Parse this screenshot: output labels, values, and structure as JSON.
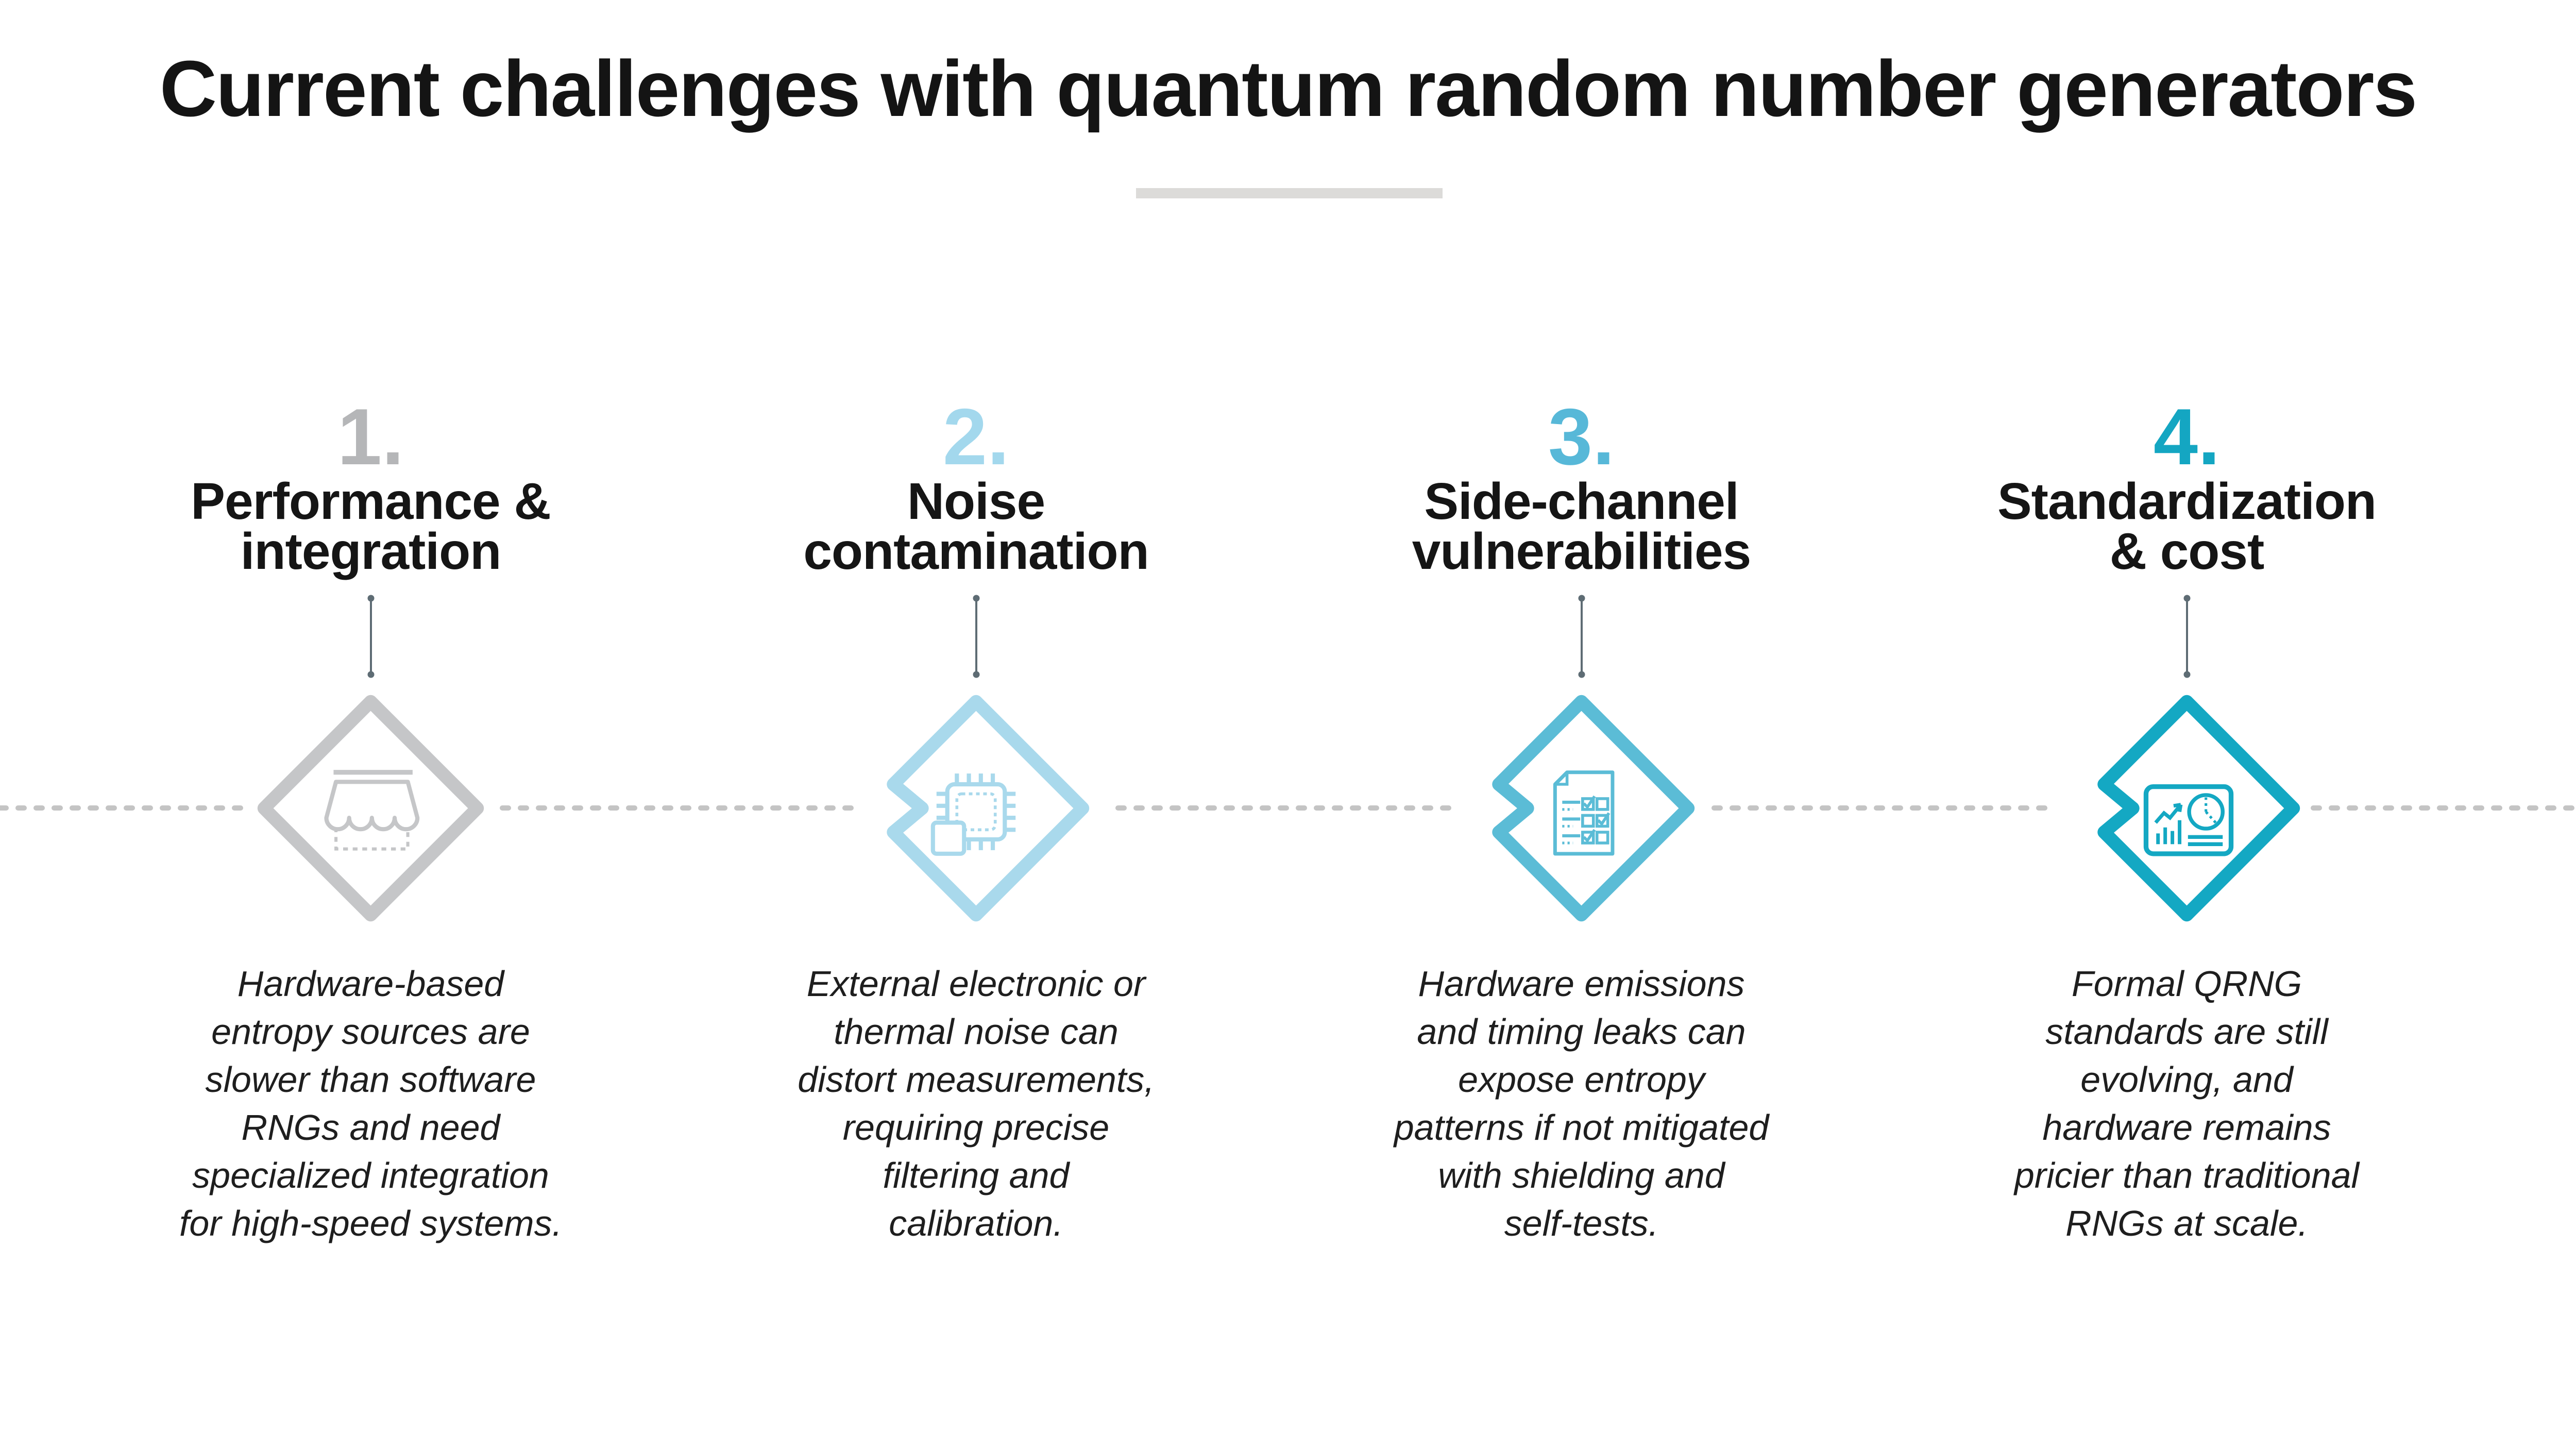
{
  "title": "Current challenges with quantum random number generators",
  "divider_color": "#dcdbd9",
  "timeline": {
    "dash_color": "#c4c4c4"
  },
  "connector_color": "#5e6c74",
  "items": [
    {
      "number": "1.",
      "number_color": "#b5b6b8",
      "accent": "#c5c6c8",
      "icon": "storefront-icon",
      "heading": "Performance &\nintegration",
      "body": "Hardware-based\nentropy sources are\nslower than software\nRNGs and need\nspecialized integration\nfor high-speed systems."
    },
    {
      "number": "2.",
      "number_color": "#a3d8ed",
      "accent": "#a9d9ec",
      "icon": "chip-icon",
      "heading": "Noise\ncontamination",
      "body": "External electronic or\nthermal noise can\ndistort measurements,\nrequiring precise\nfiltering and\ncalibration."
    },
    {
      "number": "3.",
      "number_color": "#57b8d8",
      "accent": "#5bbcd6",
      "icon": "checklist-icon",
      "heading": "Side-channel\nvulnerabilities",
      "body": "Hardware emissions\nand timing leaks can\nexpose entropy\npatterns if not mitigated\nwith shielding and\nself-tests."
    },
    {
      "number": "4.",
      "number_color": "#14a6c2",
      "accent": "#14a8c3",
      "icon": "dashboard-icon",
      "heading": "Standardization\n& cost",
      "body": "Formal QRNG\nstandards are still\nevolving, and\nhardware remains\npricier than traditional\nRNGs at scale."
    }
  ]
}
